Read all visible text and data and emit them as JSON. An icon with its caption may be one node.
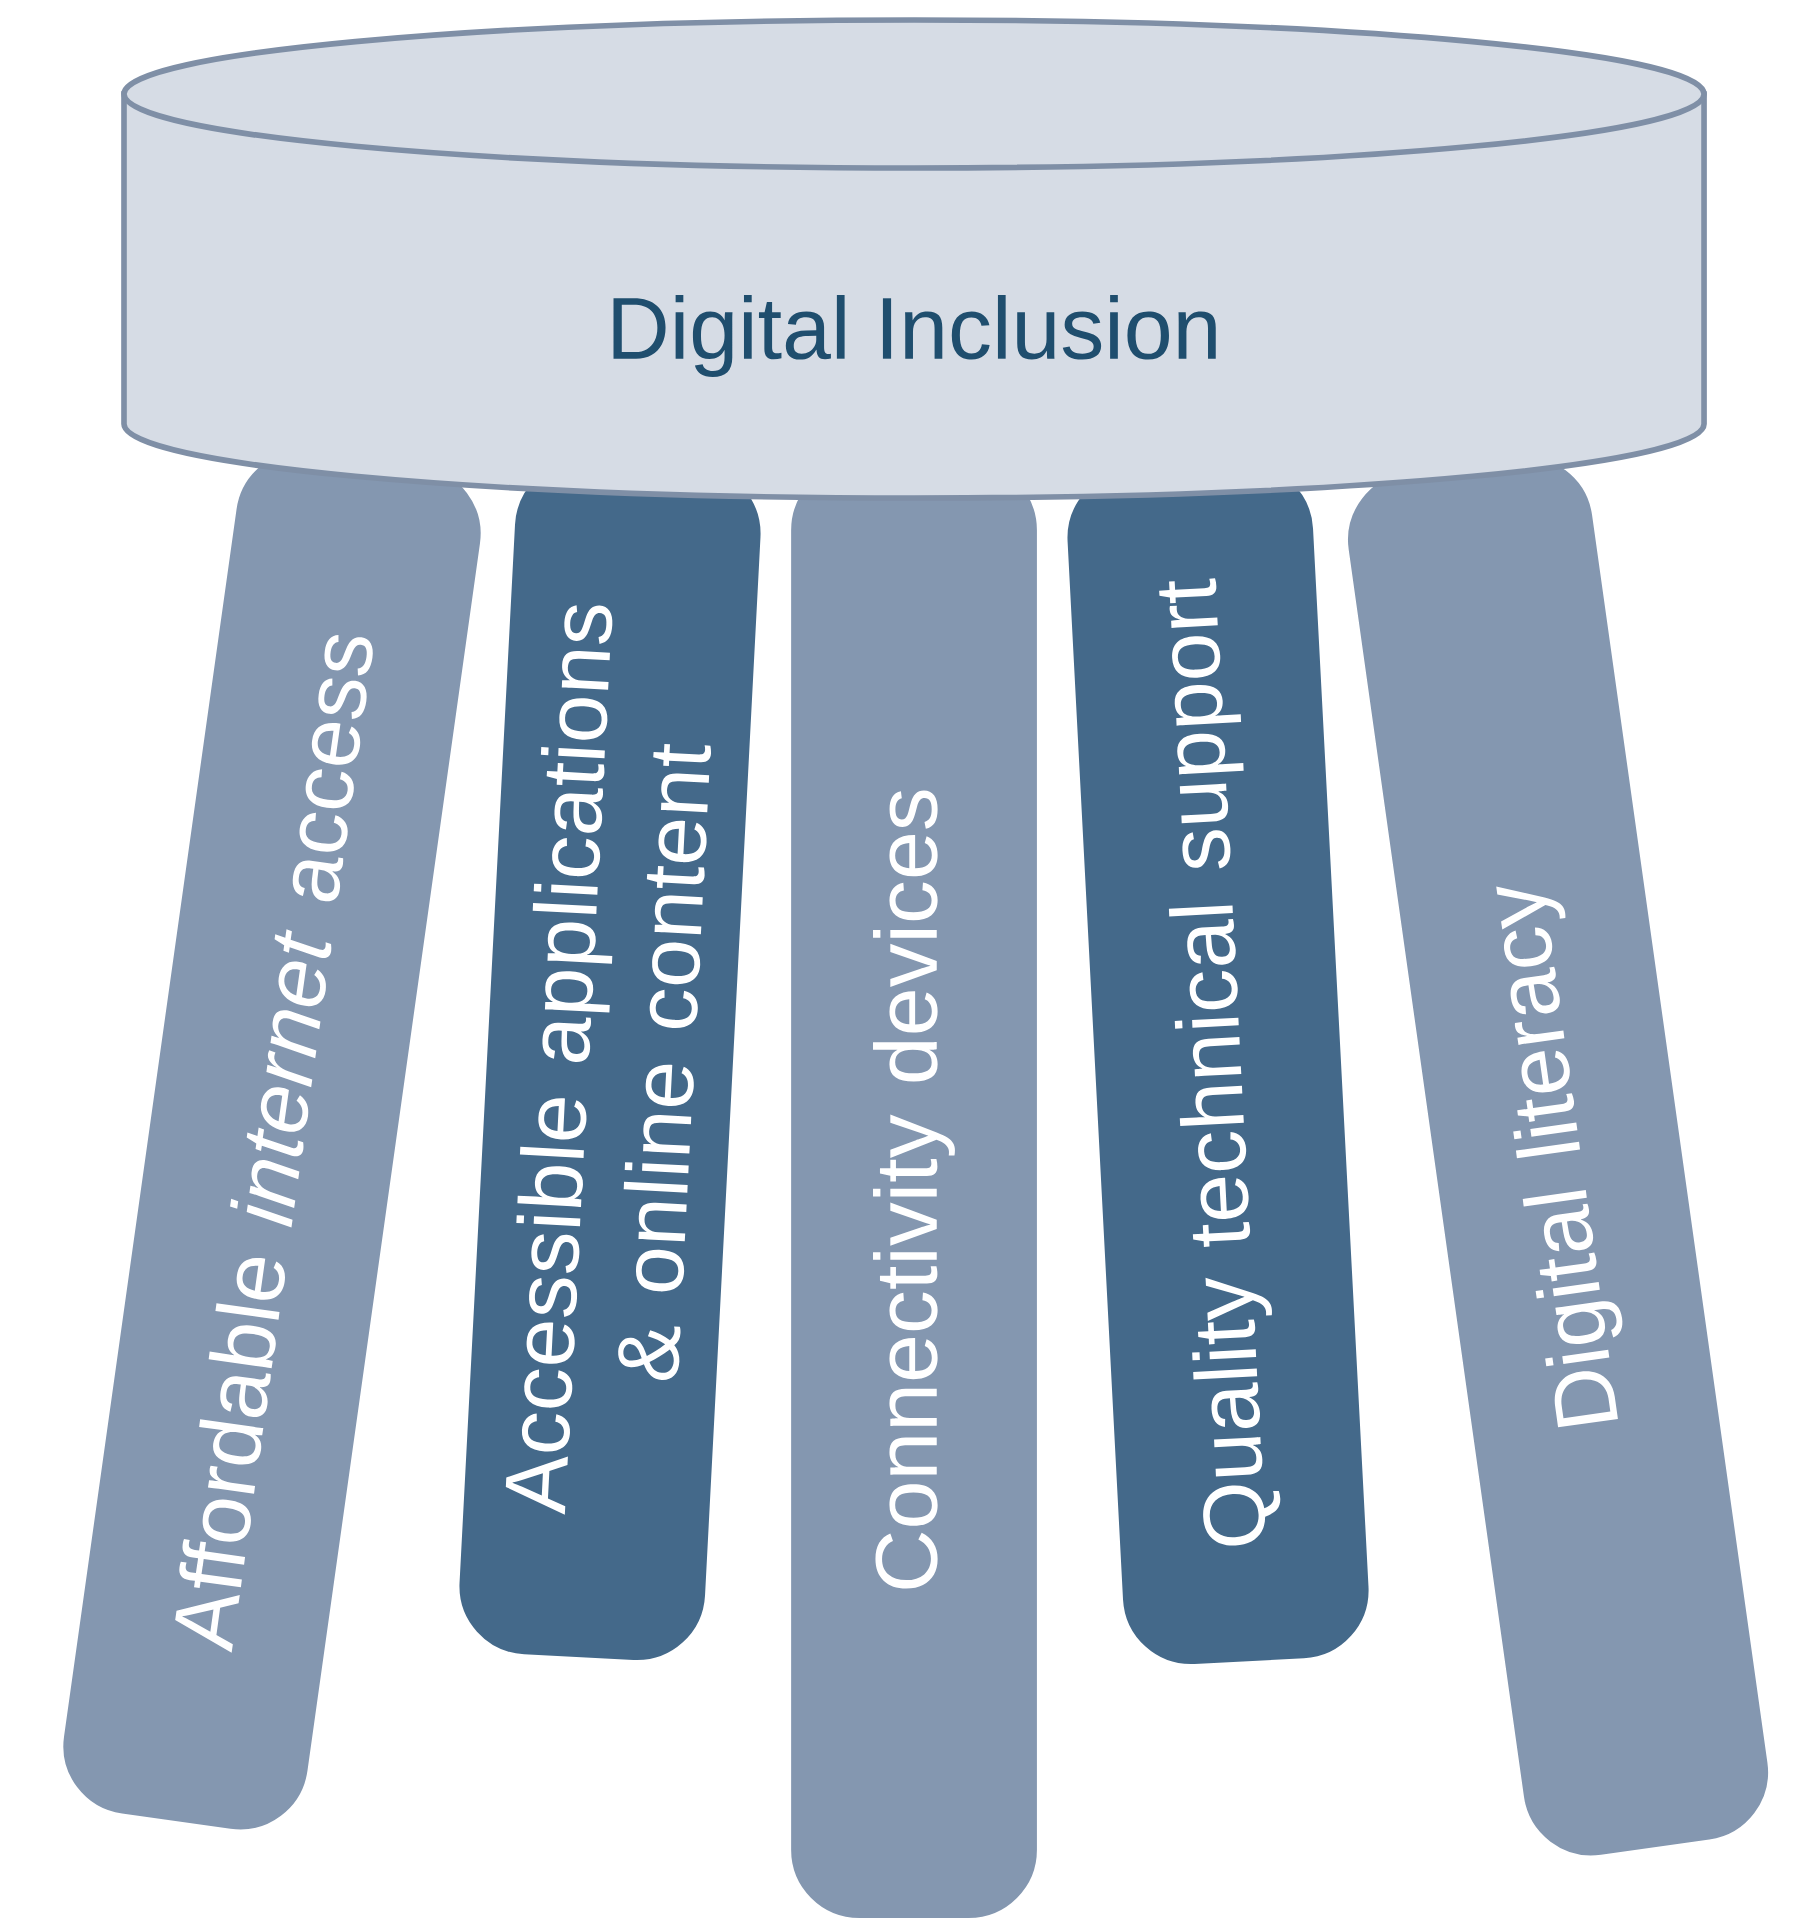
{
  "diagram": {
    "nodes": [
      {
        "text": [
          "Digital Inclusion"
        ]
      },
      {
        "text": [
          "Affordable *internet* access"
        ]
      },
      {
        "text": [
          "Accessible applications & online content"
        ]
      },
      {
        "text": [
          "Connectivity devices"
        ]
      },
      {
        "text": [
          "Quality technical support"
        ]
      },
      {
        "text": [
          "Digital literacy"
        ]
      }
    ]
  }
}
